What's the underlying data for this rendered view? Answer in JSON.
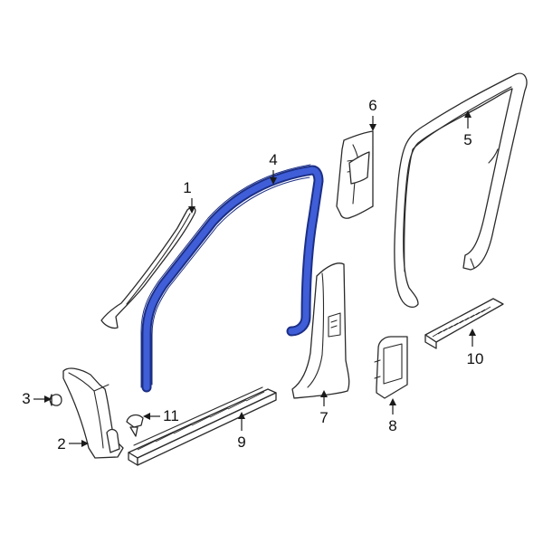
{
  "diagram": {
    "highlight_color": "#3f5ed8",
    "callouts": [
      {
        "id": "1",
        "label": "1"
      },
      {
        "id": "2",
        "label": "2"
      },
      {
        "id": "3",
        "label": "3"
      },
      {
        "id": "4",
        "label": "4"
      },
      {
        "id": "5",
        "label": "5"
      },
      {
        "id": "6",
        "label": "6"
      },
      {
        "id": "7",
        "label": "7"
      },
      {
        "id": "8",
        "label": "8"
      },
      {
        "id": "9",
        "label": "9"
      },
      {
        "id": "10",
        "label": "10"
      },
      {
        "id": "11",
        "label": "11"
      }
    ]
  }
}
